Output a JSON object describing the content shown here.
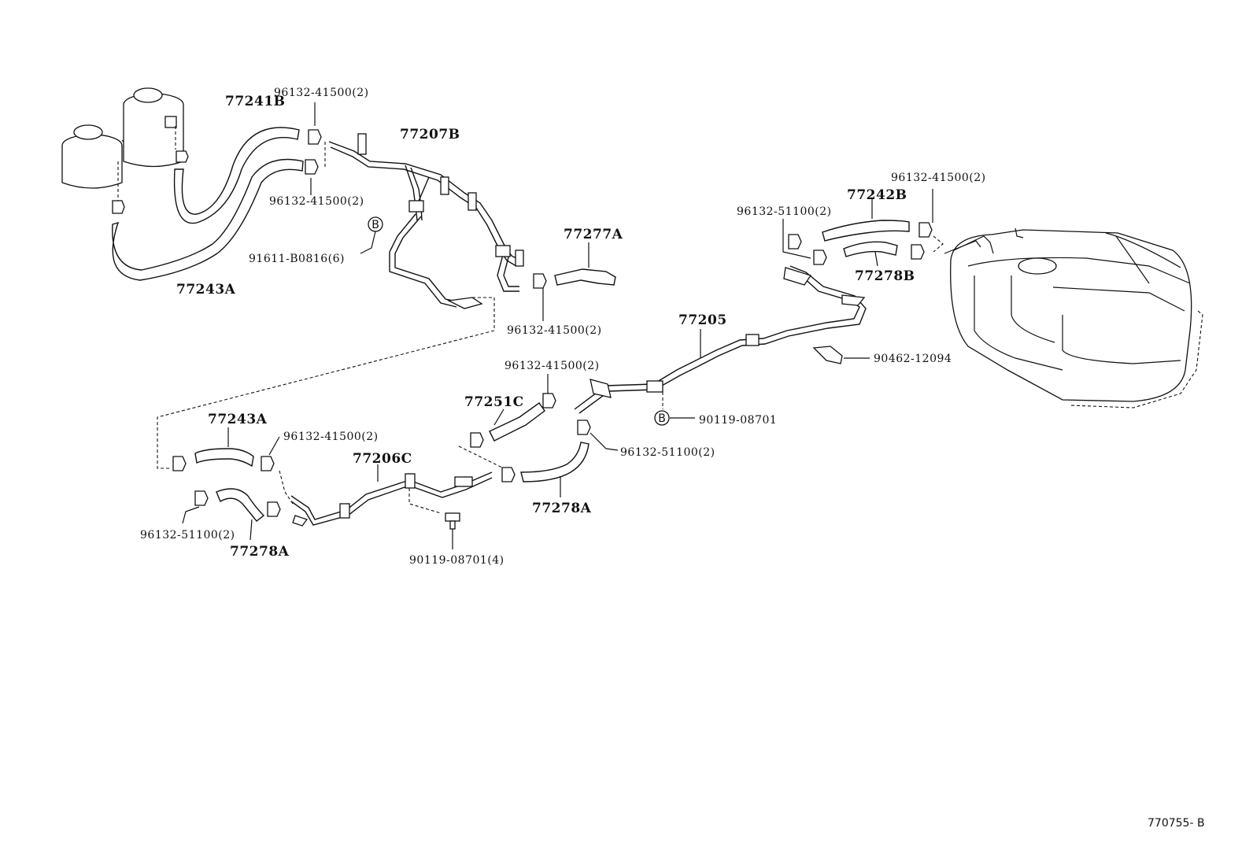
{
  "labels": {
    "p77241B": "77241B",
    "p96132_41500_a": "96132-41500(2)",
    "p96132_41500_b": "96132-41500(2)",
    "p77207B": "77207B",
    "p91611": "91611-B0816(6)",
    "p77243A_top": "77243A",
    "p77277A": "77277A",
    "p96132_41500_c": "96132-41500(2)",
    "p96132_41500_d": "96132-41500(2)",
    "p77242B": "77242B",
    "p96132_51100_a": "96132-51100(2)",
    "p77278B": "77278B",
    "p77205": "77205",
    "p90462": "90462-12094",
    "p96132_41500_e": "96132-41500(2)",
    "p77251C": "77251C",
    "p90119_a": "90119-08701",
    "p96132_51100_b": "96132-51100(2)",
    "p77243A_bot": "77243A",
    "p96132_41500_f": "96132-41500(2)",
    "p77206C": "77206C",
    "p77278A_mid": "77278A",
    "p96132_51100_c": "96132-51100(2)",
    "p77278A_bot": "77278A",
    "p90119_b": "90119-08701(4)",
    "markerB1": "B",
    "markerB2": "B",
    "diagram_code": "770755- B"
  }
}
